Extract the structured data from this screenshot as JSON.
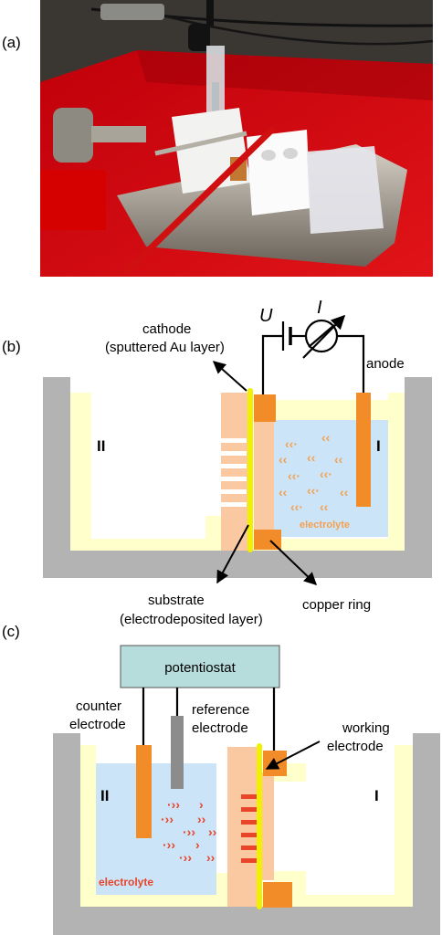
{
  "panel_a": {
    "label": "(a)"
  },
  "panel_b": {
    "label": "(b)",
    "cathode_line1": "cathode",
    "cathode_line2": "(sputtered Au layer)",
    "voltage": "U",
    "current": "I",
    "anode": "anode",
    "chamber_left": "II",
    "chamber_right": "I",
    "electrolyte": "electrolyte",
    "substrate_line1": "substrate",
    "substrate_line2": "(electrodeposited layer)",
    "copper_ring": "copper ring"
  },
  "panel_c": {
    "label": "(c)",
    "potentiostat": "potentiostat",
    "counter_line1": "counter",
    "counter_line2": "electrode",
    "reference_line1": "reference",
    "reference_line2": "electrode",
    "working_line1": "working",
    "working_line2": "electrode",
    "chamber_left": "II",
    "chamber_right": "I",
    "electrolyte": "electrolyte"
  },
  "colors": {
    "cell_wall": "#b3b3b3",
    "insulator": "#ffffcc",
    "electrolyte": "#cce4f7",
    "substrate": "#fbc9a1",
    "electrode": "#f28c28",
    "gold_layer": "#f0f000",
    "potentiostat_box": "#b7dcdc",
    "ion_arrows_b": "#f5a050",
    "ion_arrows_c": "#e8452b"
  }
}
